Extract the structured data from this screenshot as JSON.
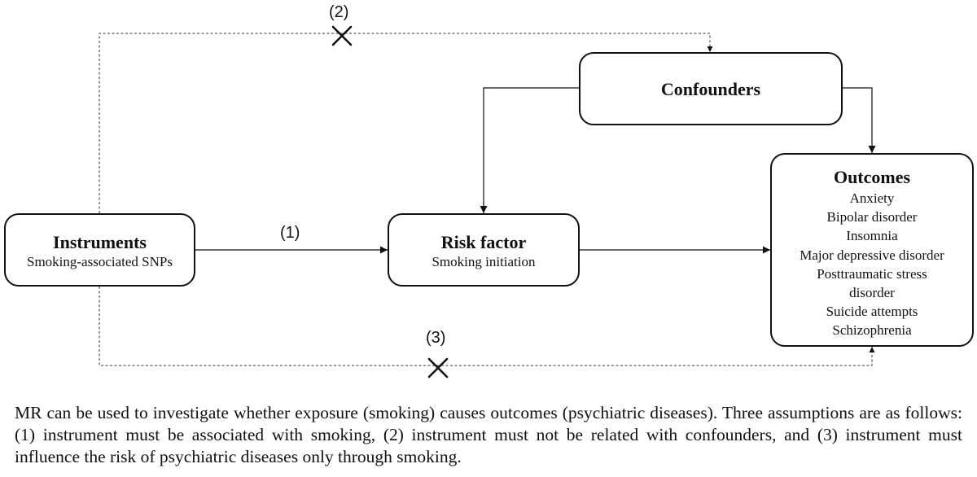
{
  "boxes": {
    "instruments": {
      "title": "Instruments",
      "subtitle": "Smoking-associated SNPs"
    },
    "risk_factor": {
      "title": "Risk factor",
      "subtitle": "Smoking initiation"
    },
    "confounders": {
      "title": "Confounders"
    },
    "outcomes": {
      "title": "Outcomes",
      "items": [
        "Anxiety",
        "Bipolar disorder",
        "Insomnia",
        "Major depressive disorder",
        "Posttraumatic stress",
        "disorder",
        "Suicide attempts",
        "Schizophrenia"
      ]
    }
  },
  "path_labels": {
    "p1": "(1)",
    "p2": "(2)",
    "p3": "(3)"
  },
  "caption": "MR can be used to investigate whether exposure (smoking) causes outcomes (psychiatric diseases). Three assumptions are as follows: (1) instrument must be associated with smoking, (2) instrument must not be related with confounders, and (3) instrument must influence the risk of psychiatric diseases only through smoking."
}
